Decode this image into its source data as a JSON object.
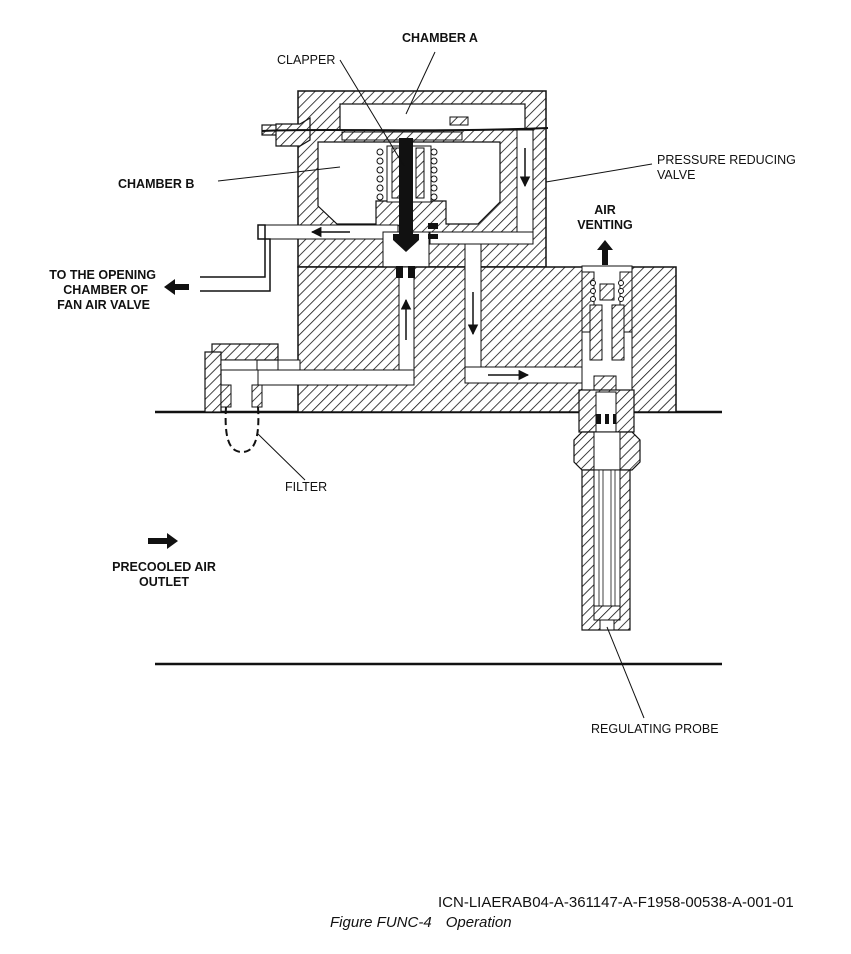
{
  "labels": {
    "chamber_a": "CHAMBER  A",
    "clapper": "CLAPPER",
    "chamber_b": "CHAMBER  B",
    "pressure_reducing_valve_l1": "PRESSURE REDUCING",
    "pressure_reducing_valve_l2": "VALVE",
    "air_venting_l1": "AIR",
    "air_venting_l2": "VENTING",
    "opening_chamber_l1": "TO THE OPENING",
    "opening_chamber_l2": "CHAMBER OF",
    "opening_chamber_l3": "FAN AIR VALVE",
    "filter": "FILTER",
    "precooled_l1": "PRECOOLED AIR",
    "precooled_l2": "OUTLET",
    "regulating_probe": "REGULATING PROBE"
  },
  "footer": {
    "icn": "ICN-LIAERAB04-A-361147-A-F1958-00538-A-001-01",
    "figure_number": "Figure FUNC-4",
    "figure_title": "Operation"
  },
  "colors": {
    "ink": "#111111",
    "background": "#ffffff"
  }
}
